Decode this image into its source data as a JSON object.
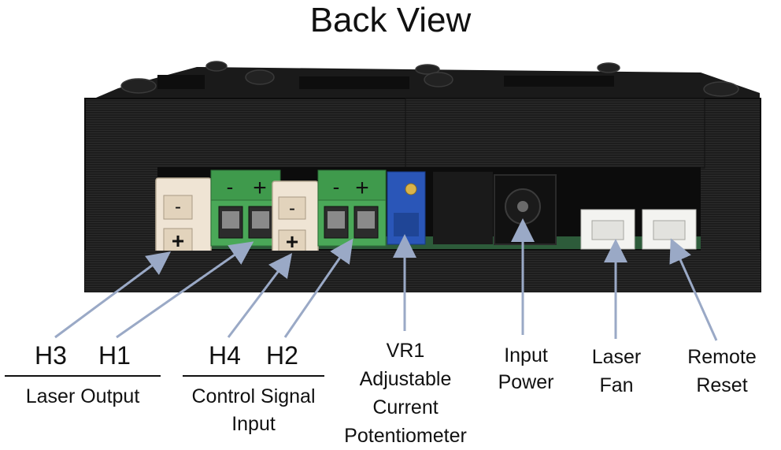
{
  "title": "Back View",
  "polarity": {
    "minus": "-",
    "plus": "+"
  },
  "labels": {
    "h3": "H3",
    "h1": "H1",
    "h4": "H4",
    "h2": "H2",
    "laser_output": "Laser Output",
    "control_signal_line1": "Control Signal",
    "control_signal_line2": "Input",
    "vr1_line1": "VR1",
    "vr1_line2": "Adjustable",
    "vr1_line3": "Current",
    "vr1_line4": "Potentiometer",
    "input_power_line1": "Input",
    "input_power_line2": "Power",
    "laser_fan_line1": "Laser",
    "laser_fan_line2": "Fan",
    "remote_reset_line1": "Remote",
    "remote_reset_line2": "Reset"
  },
  "colors": {
    "enclosure": "#1c1c1c",
    "enclosure_highlight": "#2e2e2e",
    "terminal_green": "#3f9a4c",
    "connector_beige": "#efe4d4",
    "potentiometer_blue": "#2a56b8",
    "jst_white": "#f3f3f0",
    "arrow": "#9aa9c6"
  }
}
